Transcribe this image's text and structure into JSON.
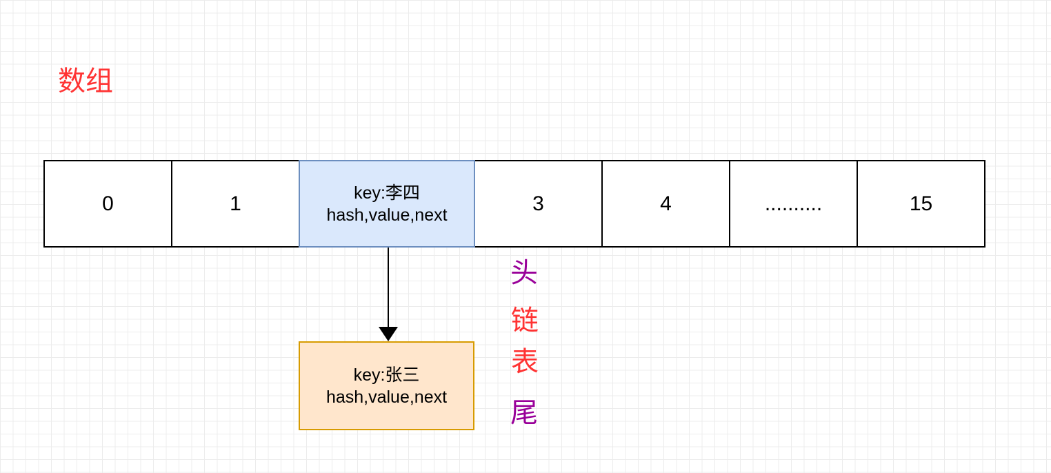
{
  "title": "数组",
  "array_cells": [
    "0",
    "1",
    "",
    "3",
    "4",
    "..........",
    "15"
  ],
  "head_node": {
    "key": "key:李四",
    "fields": "hash,value,next"
  },
  "tail_node": {
    "key": "key:张三",
    "fields": "hash,value,next"
  },
  "side_labels": {
    "head": "头",
    "link": "链",
    "table": "表",
    "tail": "尾"
  },
  "colors": {
    "title": "#ff3333",
    "head_node_fill": "#dae8fc",
    "head_node_border": "#6c8ebf",
    "tail_node_fill": "#ffe6cc",
    "tail_node_border": "#d79b00",
    "head_label": "#990099",
    "link_label": "#ff3333",
    "tail_label": "#990099"
  }
}
